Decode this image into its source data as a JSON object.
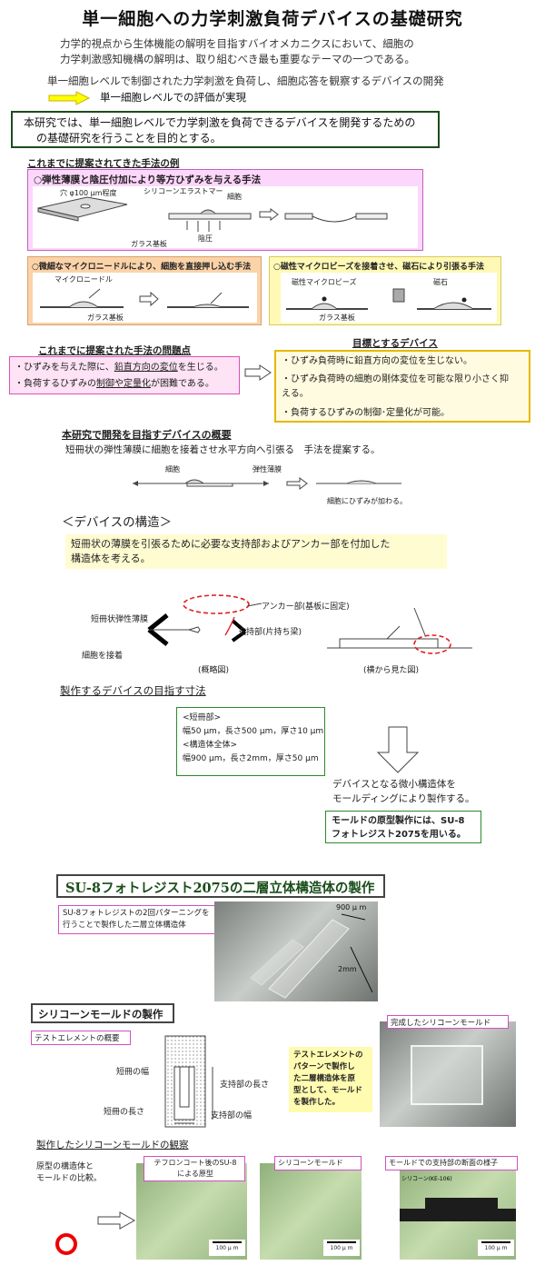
{
  "title": "単一細胞への力学刺激負荷デバイスの基礎研究",
  "intro": {
    "line1": "力学的視点から生体機能の解明を目指すバイオメカニクスにおいて、細胞の",
    "line2": "力学刺激感知機構の解明は、取り組むべき最も重要なテーマの一つである。",
    "line3": "単一細胞レベルで制御された力学刺激を負荷し、細胞応答を観察するデバイスの開発",
    "line4": "単一細胞レベルでの評価が実現"
  },
  "purpose": {
    "line1": "本研究では、単一細胞レベルで力学刺激を負荷できるデバイスを開発するための",
    "line2": "の基礎研究を行うことを目的とする。"
  },
  "methods": {
    "heading": "これまでに提案されてきた手法の例",
    "m1": {
      "title": "○弾性薄膜と陰圧付加により等方ひずみを与える手法",
      "hole": "穴 φ100 μm程度",
      "silicone": "シリコーンエラストマー",
      "cell": "細胞",
      "vacuum": "陰圧",
      "glass": "ガラス基板"
    },
    "m2": {
      "title": "○微細なマイクロニードルにより、細胞を直接押し込む手法",
      "needle": "マイクロニードル",
      "glass": "ガラス基板"
    },
    "m3": {
      "title": "○磁性マイクロビーズを接着させ、磁石により引張る手法",
      "beads": "磁性マイクロビーズ",
      "magnet": "磁石",
      "glass": "ガラス基板"
    }
  },
  "problems": {
    "heading": "これまでに提案された手法の問題点",
    "p1a": "・ひずみを与えた際に、",
    "p1b": "鉛直方向の変位",
    "p1c": "を生じる。",
    "p2a": "・負荷するひずみの",
    "p2b": "制御や定量化",
    "p2c": "が困難である。"
  },
  "target": {
    "heading": "目標とするデバイス",
    "t1": "・ひずみ負荷時に鉛直方向の変位を生じない。",
    "t2a": "・ひずみ負荷時の細胞の剛体変位を可能な限り小さく抑",
    "t2b": "える。",
    "t3": "・負荷するひずみの制御･定量化が可能。"
  },
  "overview": {
    "heading": "本研究で開発を目指すデバイスの概要",
    "text": "短冊状の弾性薄膜に細胞を接着させ水平方向へ引張る　手法を提案する。",
    "cell": "細胞",
    "film": "弾性薄膜",
    "strain": "細胞にひずみが加わる。"
  },
  "structure": {
    "heading": "＜デバイスの構造＞",
    "text1": "短冊状の薄膜を引張るために必要な支持部およびアンカー部を付加した",
    "text2": "構造体を考える。",
    "anchor": "アンカー部(基板に固定)",
    "strip": "短冊状弾性薄膜",
    "support": "支持部(片持ち梁)",
    "adhere": "細胞を接着",
    "schematic": "(概略図)",
    "side": "(横から見た図)"
  },
  "dims": {
    "heading": "製作するデバイスの目指す寸法",
    "strip_h": "<短冊部>",
    "strip_v": "幅50 μm，長さ500 μm，厚さ10 μm",
    "whole_h": "<構造体全体>",
    "whole_v": "幅900 μm，長さ2mm，厚さ50 μm",
    "molding1": "デバイスとなる微小構造体を",
    "molding2": "モールディングにより製作する。",
    "su8a": "モールドの原型製作には、SU-8",
    "su8b": "フォトレジスト2075を用いる。"
  },
  "su8": {
    "heading": "SU-8フォトレジスト2075の二層立体構造体の製作",
    "cap1": "SU-8フォトレジストの2回パターニングを",
    "cap2": "行うことで製作した二層立体構造体",
    "d900": "900 μ m",
    "d2mm": "2mm"
  },
  "mold": {
    "heading": "シリコーンモールドの製作",
    "test": "テストエレメントの概要",
    "strip_w": "短冊の幅",
    "strip_l": "短冊の長さ",
    "sup_l": "支持部の長さ",
    "sup_w": "支持部の幅",
    "note1": "テストエレメントの",
    "note2": "パターンで製作し",
    "note3": "た二層構造体を原",
    "note4": "型として、モールド",
    "note5": "を製作した。",
    "done": "完成したシリコーンモールド"
  },
  "obs": {
    "heading": "製作したシリコーンモールドの観察",
    "compare1": "原型の構造体と",
    "compare2": "モールドの比較。",
    "img1a": "テフロンコート後のSU-8",
    "img1b": "による原型",
    "img2": "シリコーンモールド",
    "img3": "モールドでの支持部の断面の様子",
    "img3tag": "シリコーン(KE-106)",
    "scale": "100 μ m"
  }
}
